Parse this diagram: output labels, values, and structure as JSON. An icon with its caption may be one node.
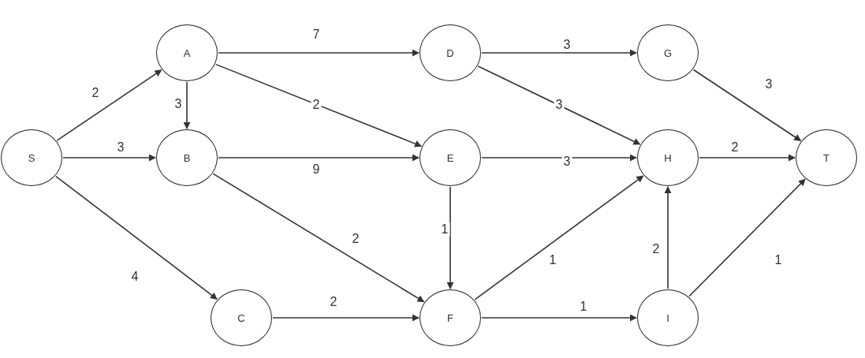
{
  "diagram": {
    "nodes": [
      {
        "text": [
          "S"
        ]
      },
      {
        "text": [
          "A"
        ]
      },
      {
        "text": [
          "B"
        ]
      },
      {
        "text": [
          "C"
        ]
      },
      {
        "text": [
          "D"
        ]
      },
      {
        "text": [
          "E"
        ]
      },
      {
        "text": [
          "F"
        ]
      },
      {
        "text": [
          "G"
        ]
      },
      {
        "text": [
          "H"
        ]
      },
      {
        "text": [
          "I"
        ]
      },
      {
        "text": [
          "T"
        ]
      }
    ],
    "edges": [
      {
        "from": 0,
        "to": 1,
        "arrow": "to",
        "label": "2"
      },
      {
        "from": 0,
        "to": 2,
        "arrow": "to",
        "label": "3"
      },
      {
        "from": 0,
        "to": 3,
        "arrow": "to",
        "label": "4"
      },
      {
        "from": 1,
        "to": 2,
        "arrow": "to",
        "label": "3"
      },
      {
        "from": 1,
        "to": 4,
        "arrow": "to",
        "label": "7"
      },
      {
        "from": 1,
        "to": 5,
        "arrow": "to",
        "label": "2"
      },
      {
        "from": 2,
        "to": 5,
        "arrow": "to",
        "label": "9"
      },
      {
        "from": 2,
        "to": 6,
        "arrow": "to",
        "label": "2"
      },
      {
        "from": 3,
        "to": 6,
        "arrow": "to",
        "label": "2"
      },
      {
        "from": 4,
        "to": 7,
        "arrow": "to",
        "label": "3"
      },
      {
        "from": 4,
        "to": 8,
        "arrow": "to",
        "label": "3"
      },
      {
        "from": 5,
        "to": 8,
        "arrow": "to",
        "label": "3"
      },
      {
        "from": 5,
        "to": 6,
        "arrow": "to",
        "label": "1"
      },
      {
        "from": 6,
        "to": 8,
        "arrow": "to",
        "label": "1"
      },
      {
        "from": 6,
        "to": 9,
        "arrow": "to",
        "label": "1"
      },
      {
        "from": 9,
        "to": 8,
        "arrow": "to",
        "label": "2"
      },
      {
        "from": 7,
        "to": 10,
        "arrow": "to",
        "label": "3"
      },
      {
        "from": 8,
        "to": 10,
        "arrow": "to",
        "label": "2"
      },
      {
        "from": 9,
        "to": 10,
        "arrow": "to",
        "label": "1"
      }
    ]
  }
}
